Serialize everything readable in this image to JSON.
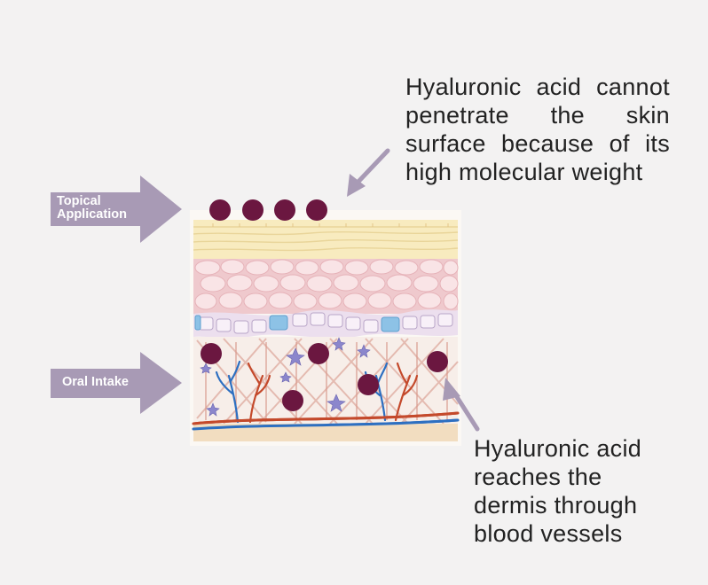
{
  "labels": {
    "topical": [
      "Topical",
      "Application"
    ],
    "oral": "Oral Intake"
  },
  "notes": {
    "top": [
      "Hyaluronic acid cannot",
      "penetrate the skin",
      "surface because of its",
      "high molecular weight"
    ],
    "bottom": [
      "Hyaluronic acid",
      "reaches the",
      "dermis through",
      "blood vessels"
    ]
  },
  "colors": {
    "background": "#f3f2f2",
    "arrow": "#a89ab5",
    "molecule": "#6b1740",
    "epidermis": "#f6d9de",
    "stratum_corneum": "#f8ebbf",
    "dermis_fibers": "#d8a89e",
    "vein": "#2d6fc1",
    "artery": "#c4492b"
  }
}
